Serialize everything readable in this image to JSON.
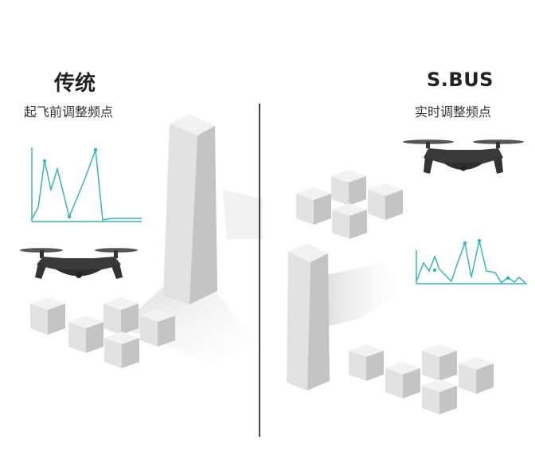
{
  "left_panel": {
    "title": "传统",
    "subtitle": "起飞前调整频点"
  },
  "right_panel": {
    "title": "S.BUS",
    "subtitle": "实时调整频点"
  },
  "colors": {
    "signal_line": "#3ab3b8",
    "building_face": "#e4e4e4",
    "building_side": "#c8c8c8",
    "building_top": "#f2f2f2",
    "drone_body": "#3a3a3a",
    "divider": "#444444"
  },
  "icons": [
    "drone-icon",
    "signal-graph-icon",
    "tower-icon",
    "building-block-icon"
  ]
}
